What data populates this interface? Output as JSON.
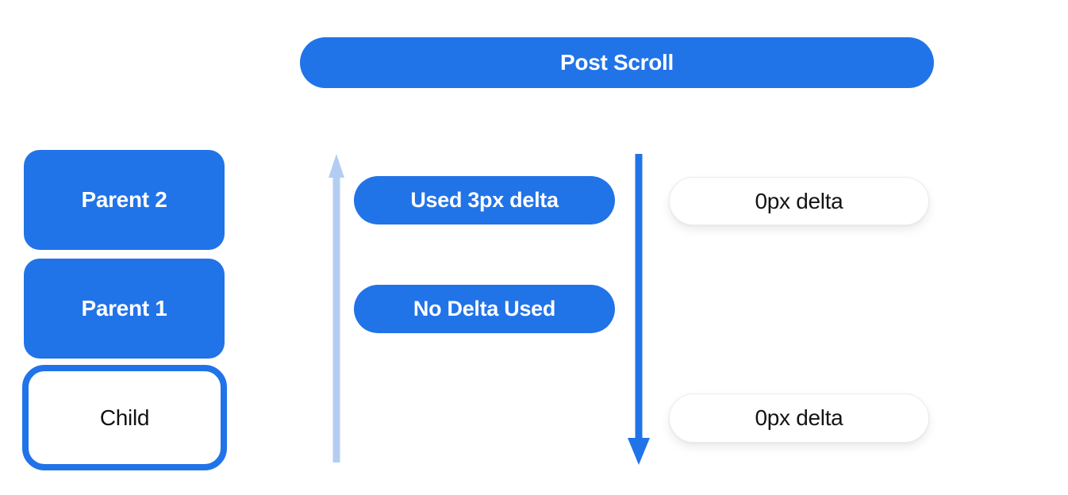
{
  "diagram": {
    "title": "Post Scroll",
    "colors": {
      "primary_blue": "#2173e8",
      "light_blue": "#b3cdf2",
      "white_pill_border": "#ececec",
      "dark_text": "#111111",
      "background": "#ffffff"
    },
    "scroll_chain": {
      "boxes": [
        {
          "label": "Parent 2",
          "style": "filled"
        },
        {
          "label": "Parent 1",
          "style": "filled"
        },
        {
          "label": "Child",
          "style": "outlined"
        }
      ]
    },
    "bubble_up_phase": {
      "arrow_direction": "up",
      "arrow_color": "#b3cdf2",
      "labels": [
        {
          "label": "Used 3px delta"
        },
        {
          "label": "No Delta Used"
        }
      ]
    },
    "scroll_down_phase": {
      "arrow_direction": "down",
      "arrow_color": "#2173e8",
      "labels": [
        {
          "label": "0px delta"
        },
        {
          "label": "0px delta"
        }
      ]
    }
  }
}
